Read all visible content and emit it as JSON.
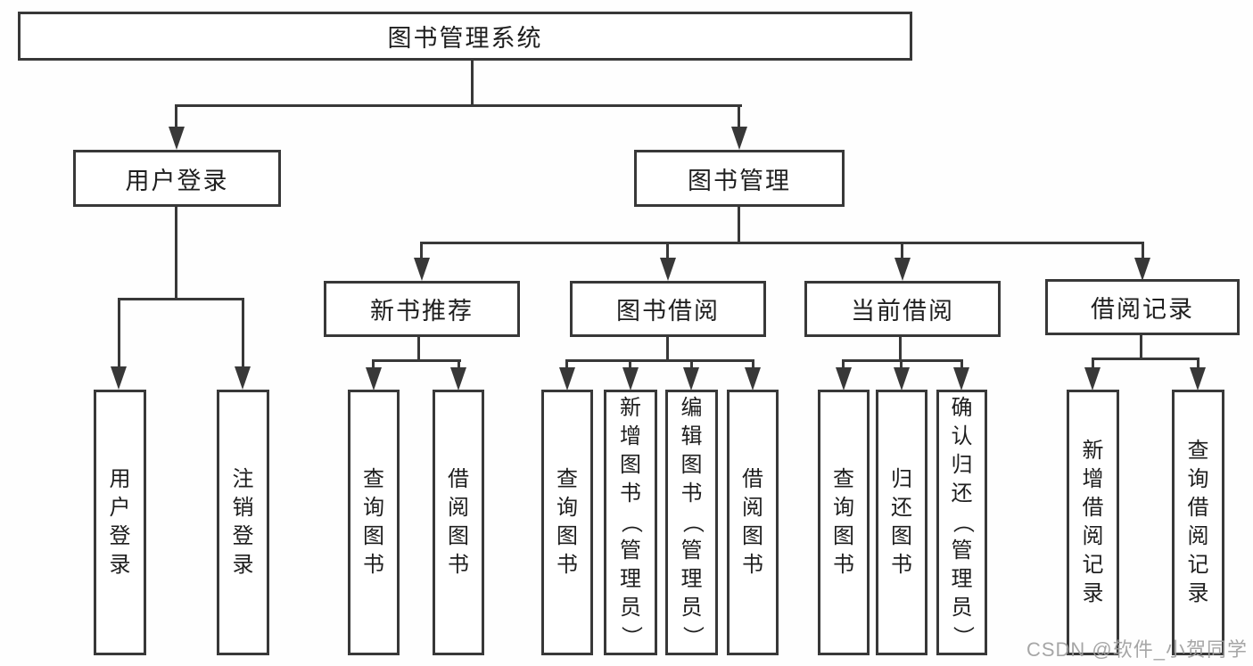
{
  "root": {
    "label": "图书管理系统"
  },
  "level2": {
    "user_login": "用户登录",
    "book_management": "图书管理"
  },
  "level3": {
    "new_book_recommend": "新书推荐",
    "book_borrow": "图书借阅",
    "current_borrow": "当前借阅",
    "borrow_records": "借阅记录"
  },
  "leaves": {
    "user_login": "用户登录",
    "logout": "注销登录",
    "recommend_search": "查询图书",
    "recommend_borrow": "借阅图书",
    "borrow_search": "查询图书",
    "borrow_add": "新增图书（管理员）",
    "borrow_edit": "编辑图书（管理员）",
    "borrow_borrow": "借阅图书",
    "current_search": "查询图书",
    "current_return": "归还图书",
    "current_confirm": "确认归还（管理员）",
    "records_add": "新增借阅记录",
    "records_search": "查询借阅记录"
  },
  "watermark": "CSDN @软件_小贺同学",
  "colors": {
    "line": "#383838",
    "text": "#1e1e1e",
    "background": "#fefefe",
    "watermark": "#9f9f9f"
  }
}
